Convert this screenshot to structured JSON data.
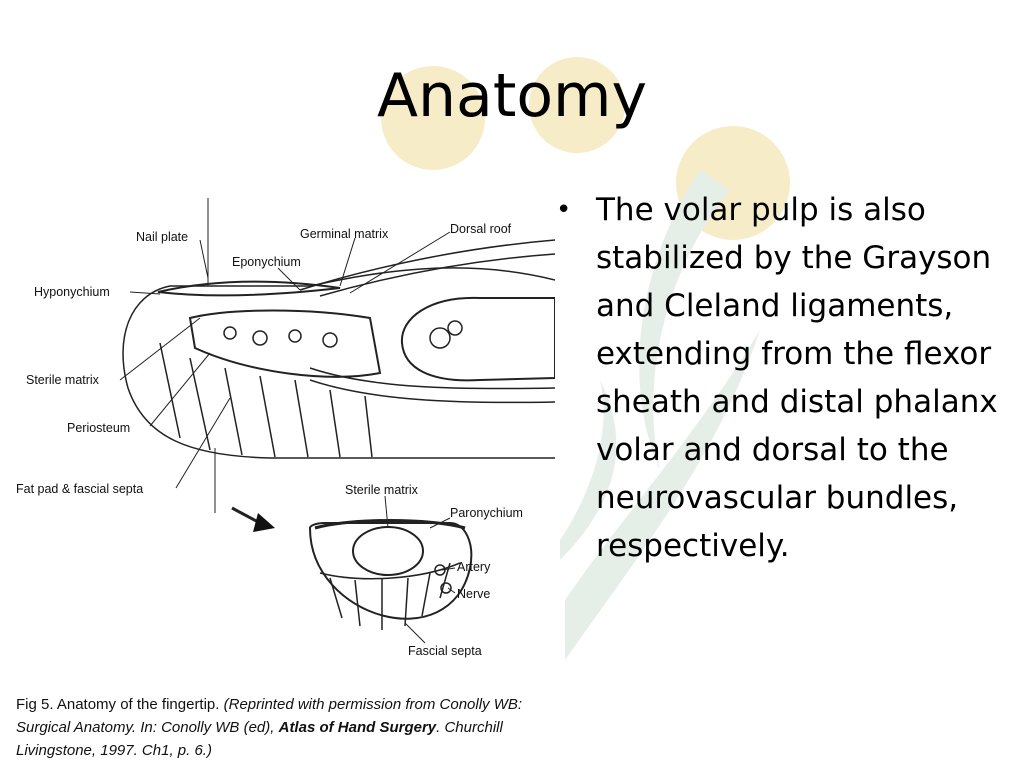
{
  "slide": {
    "title": "Anatomy",
    "bullet": "The volar pulp is also stabilized by the Grayson and Cleland ligaments, extending from the flexor sheath and distal phalanx volar and dorsal to the neurovascular bundles, respectively."
  },
  "figure": {
    "labels": {
      "nail_plate": "Nail plate",
      "germinal_matrix": "Germinal matrix",
      "dorsal_roof": "Dorsal roof",
      "eponychium": "Eponychium",
      "hyponychium": "Hyponychium",
      "sterile_matrix": "Sterile matrix",
      "periosteum": "Periosteum",
      "fat_pad": "Fat pad & fascial septa",
      "sterile_matrix_2": "Sterile matrix",
      "paronychium": "Paronychium",
      "artery": "Artery",
      "nerve": "Nerve",
      "fascial_septa": "Fascial septa"
    },
    "caption": {
      "fig_label": "Fig 5.",
      "fig_title": " Anatomy of the fingertip.",
      "reprint": " (Reprinted with permission from Conolly WB: Surgical Anatomy. In: Conolly WB (ed), ",
      "atlas": "Atlas of Hand Surgery",
      "publisher": ". Churchill Livingstone, 1997. Ch1, p. 6.)"
    }
  },
  "theme": {
    "circle_color": "#f7ecc8",
    "leaf_color": "#e6efe7"
  }
}
